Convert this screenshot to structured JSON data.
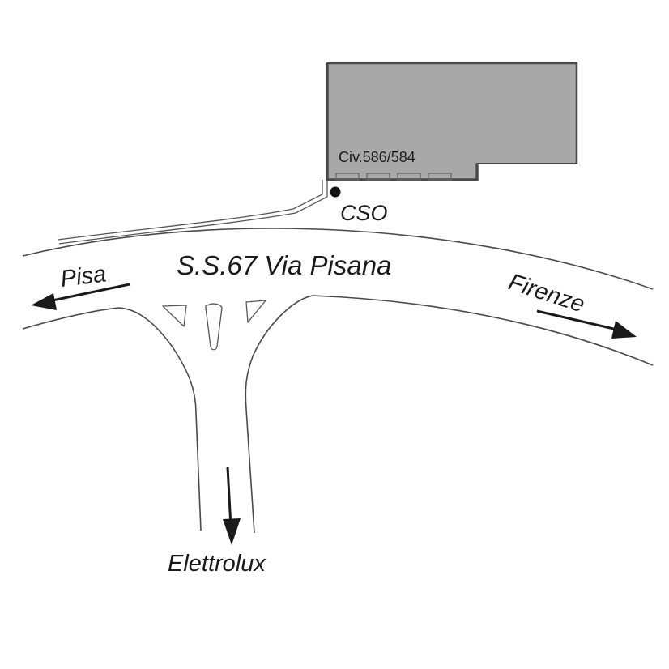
{
  "labels": {
    "building_number": "Civ.586/584",
    "cso": "CSO",
    "main_road": "S.S.67 Via Pisana",
    "west_direction": "Pisa",
    "east_direction": "Firenze",
    "south_direction": "Elettrolux"
  },
  "colors": {
    "building_fill": "#a8a8a8",
    "building_stroke": "#4a4a4a",
    "road_stroke": "#4a4a4a",
    "text": "#1a1a1a",
    "arrow": "#1a1a1a",
    "background": "#ffffff"
  },
  "icons": {
    "cso_marker": "filled-dot-icon",
    "direction_arrow": "arrow-icon"
  }
}
